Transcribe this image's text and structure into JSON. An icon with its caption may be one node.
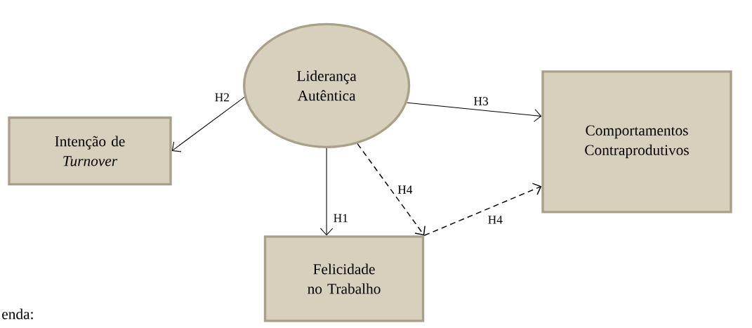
{
  "diagram": {
    "nodes": [
      {
        "text": [
          "Liderança Autêntica"
        ]
      },
      {
        "text": [
          "Intenção de *Turnover*"
        ]
      },
      {
        "text": [
          "Comportamentos Contraprodutivos"
        ]
      },
      {
        "text": [
          "Felicidade no Trabalho"
        ]
      }
    ],
    "edges": [
      {
        "from": 0,
        "to": 1,
        "arrow": "to",
        "label": "H2"
      },
      {
        "from": 0,
        "to": 2,
        "arrow": "to",
        "label": "H3"
      },
      {
        "from": 0,
        "to": 3,
        "arrow": "to",
        "label": "H1"
      },
      {
        "from": 0,
        "to": 3,
        "arrow": "to",
        "label": "H4",
        "style": "dashed"
      },
      {
        "from": 3,
        "to": 2,
        "arrow": "to",
        "label": "H4",
        "style": "dashed"
      }
    ],
    "labels": [
      "enda:"
    ]
  }
}
